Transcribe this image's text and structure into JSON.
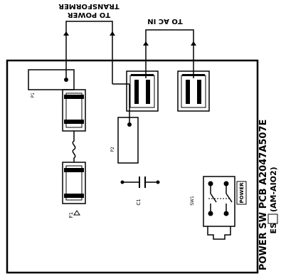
{
  "title": "POWER SW PCB A2047A507E",
  "subtitle": "ES (AM-AIO2)",
  "subtitle_boxed": "ES",
  "subtitle_rest": "(AM-AIO2)",
  "labels": {
    "to_power_transformer_line1": "TRANSFORMER",
    "to_power_transformer_line2": "TO POWER",
    "to_ac_in": "TO AC IN",
    "power_tag": "POWER",
    "sw1": "SW1",
    "f1": "F1",
    "c1": "C1",
    "p1": "P1",
    "p2": "P2"
  },
  "colors": {
    "ink": "#000000",
    "paper": "#ffffff"
  }
}
